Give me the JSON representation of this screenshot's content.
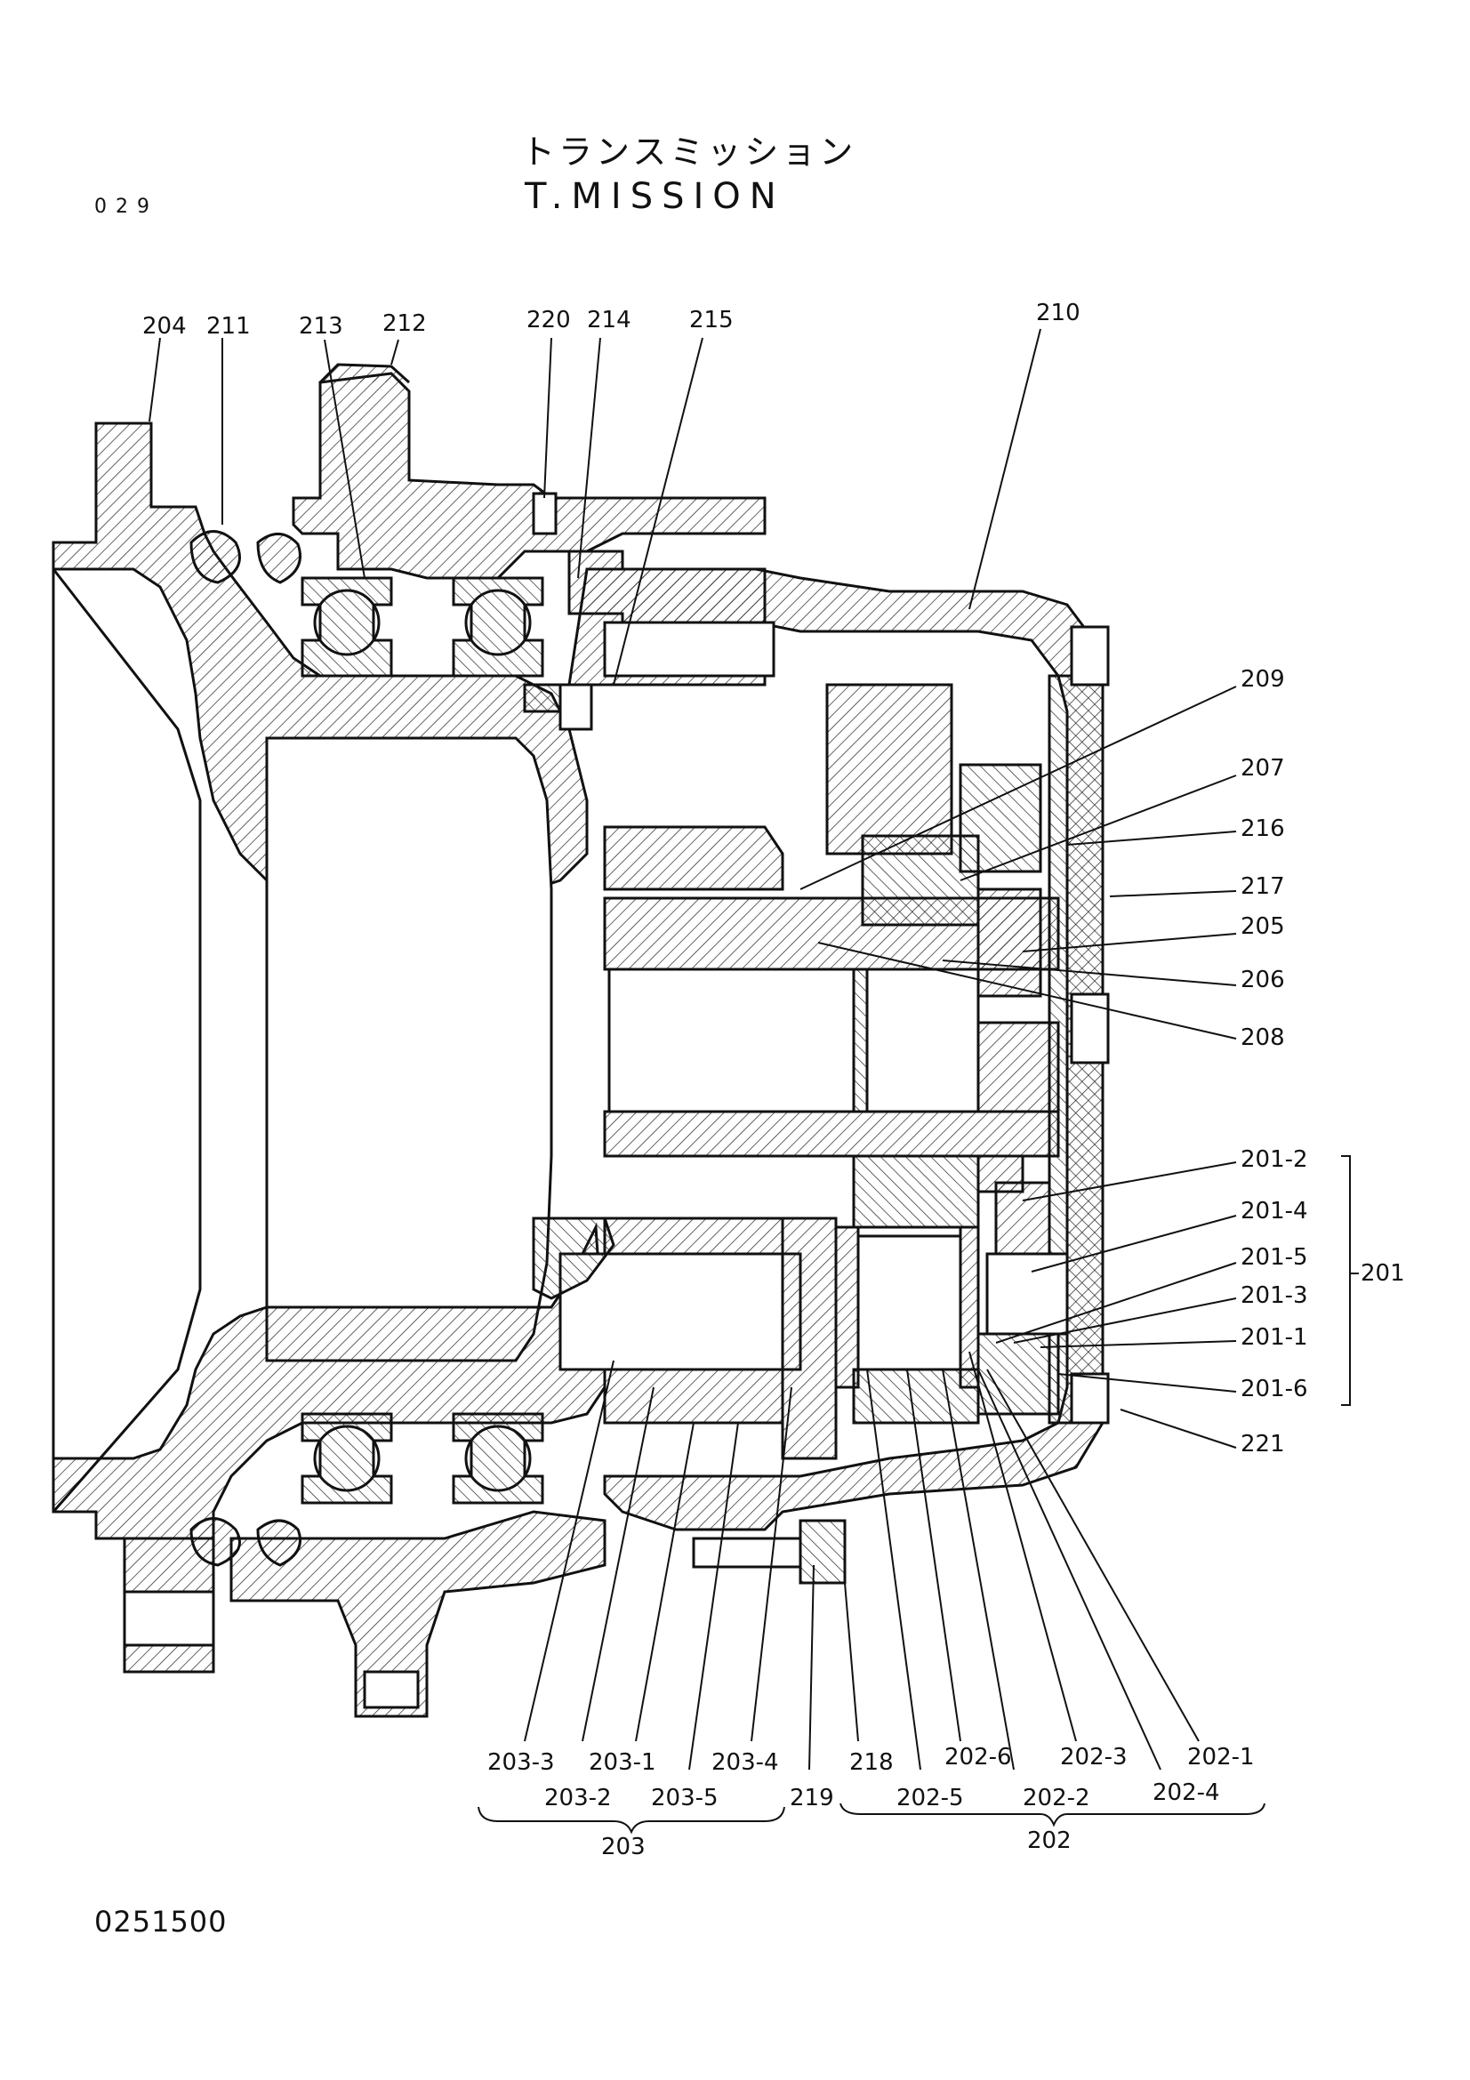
{
  "header": {
    "title_jp": "トランスミッション",
    "title_en": "T.MISSION",
    "page_no": "029"
  },
  "footer": {
    "doc_no": "0251500"
  },
  "labels": {
    "l204": "204",
    "l211": "211",
    "l213": "213",
    "l212": "212",
    "l220": "220",
    "l214": "214",
    "l215": "215",
    "l210": "210",
    "l209": "209",
    "l207": "207",
    "l216": "216",
    "l217": "217",
    "l205": "205",
    "l206": "206",
    "l208": "208",
    "l201_2": "201-2",
    "l201_4": "201-4",
    "l201_5": "201-5",
    "l201_3": "201-3",
    "l201_1": "201-1",
    "l201_6": "201-6",
    "l201": "201",
    "l221": "221",
    "l203_3": "203-3",
    "l203_1": "203-1",
    "l203_4": "203-4",
    "l203_2": "203-2",
    "l203_5": "203-5",
    "l203": "203",
    "l219": "219",
    "l218": "218",
    "l202_6": "202-6",
    "l202_3": "202-3",
    "l202_1": "202-1",
    "l202_5": "202-5",
    "l202_2": "202-2",
    "l202_4": "202-4",
    "l202": "202"
  }
}
